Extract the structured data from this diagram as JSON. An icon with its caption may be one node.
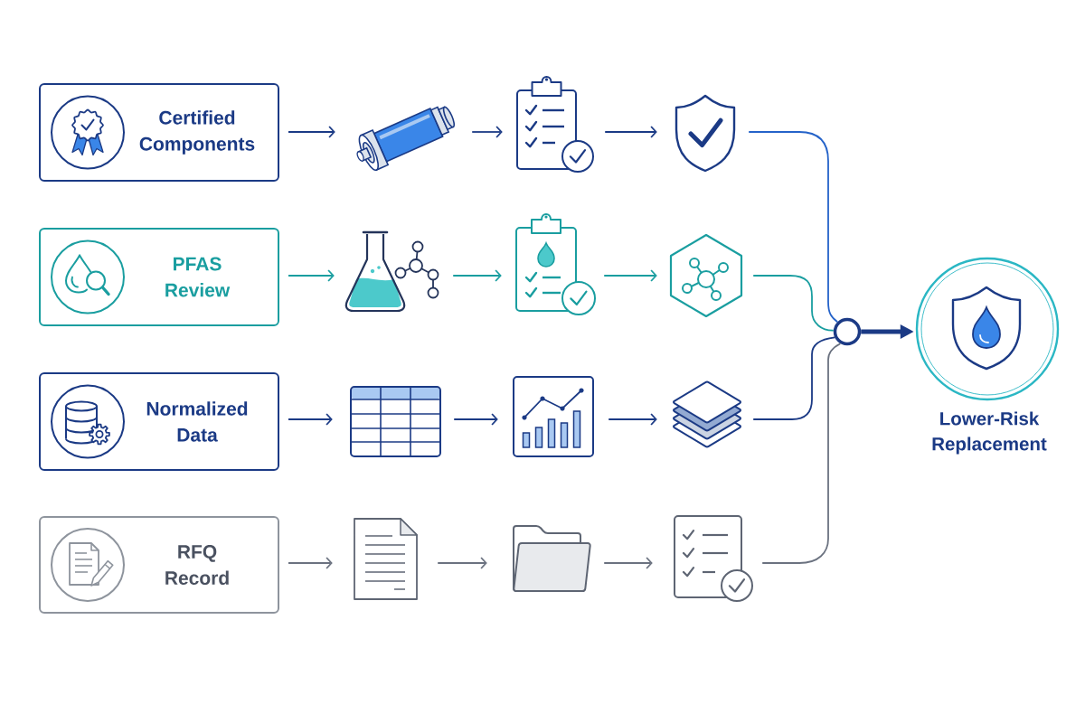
{
  "diagram": {
    "nodes": [
      {
        "text": [
          "Certified Components"
        ]
      },
      {
        "text": [],
        "shape": "picture"
      },
      {
        "text": [],
        "shape": "picture"
      },
      {
        "text": [],
        "shape": "picture"
      },
      {
        "text": [
          "PFAS Review"
        ]
      },
      {
        "text": [],
        "shape": "picture"
      },
      {
        "text": [],
        "shape": "picture"
      },
      {
        "text": [],
        "shape": "picture"
      },
      {
        "text": [
          "Normalized Data"
        ]
      },
      {
        "text": [],
        "shape": "picture"
      },
      {
        "text": [],
        "shape": "picture"
      },
      {
        "text": [],
        "shape": "picture"
      },
      {
        "text": [
          "RFQ Record"
        ]
      },
      {
        "text": [],
        "shape": "picture"
      },
      {
        "text": [],
        "shape": "picture"
      },
      {
        "text": [],
        "shape": "picture"
      },
      {
        "text": [],
        "shape": "circle"
      },
      {
        "text": [
          "Lower-Risk Replacement"
        ]
      }
    ],
    "edges": [
      {
        "from": 0,
        "to": 1,
        "arrow": "to"
      },
      {
        "from": 1,
        "to": 2,
        "arrow": "to"
      },
      {
        "from": 2,
        "to": 3,
        "arrow": "to"
      },
      {
        "from": 4,
        "to": 5,
        "arrow": "to",
        "color": "#1a9ea0"
      },
      {
        "from": 5,
        "to": 6,
        "arrow": "to",
        "color": "#1a9ea0"
      },
      {
        "from": 6,
        "to": 7,
        "arrow": "to",
        "color": "#1a9ea0"
      },
      {
        "from": 8,
        "to": 9,
        "arrow": "to"
      },
      {
        "from": 9,
        "to": 10,
        "arrow": "to"
      },
      {
        "from": 10,
        "to": 11,
        "arrow": "to"
      },
      {
        "from": 12,
        "to": 13,
        "arrow": "to",
        "color": "#6b7280"
      },
      {
        "from": 13,
        "to": 14,
        "arrow": "to",
        "color": "#6b7280"
      },
      {
        "from": 14,
        "to": 15,
        "arrow": "to",
        "color": "#6b7280"
      },
      {
        "from": 3,
        "to": 16,
        "arrow": "none",
        "color": "#2563c9"
      },
      {
        "from": 7,
        "to": 16,
        "arrow": "none",
        "color": "#1a9ea0"
      },
      {
        "from": 11,
        "to": 16,
        "arrow": "none"
      },
      {
        "from": 15,
        "to": 16,
        "arrow": "none",
        "color": "#6b7280"
      },
      {
        "from": 16,
        "to": 17,
        "arrow": "to",
        "style": "thick"
      }
    ]
  }
}
